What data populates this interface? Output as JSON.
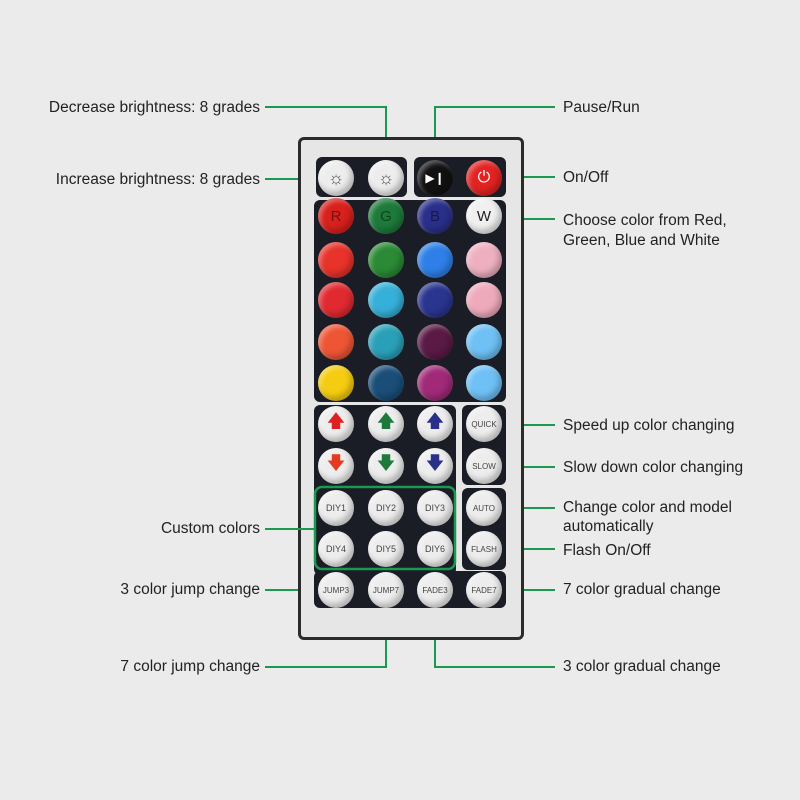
{
  "annotations": {
    "decrease_brightness": "Decrease brightness: 8 grades",
    "increase_brightness": "Increase brightness: 8 grades",
    "pause_run": "Pause/Run",
    "on_off": "On/Off",
    "choose_color_1": "Choose color from Red,",
    "choose_color_2": "Green, Blue and White",
    "speed_up": "Speed up color changing",
    "slow_down": "Slow down color changing",
    "auto_1": "Change color and model",
    "auto_2": "automatically",
    "flash": "Flash On/Off",
    "custom": "Custom colors",
    "jump3": "3 color jump change",
    "fade7": "7 color gradual change",
    "jump7": "7 color jump change",
    "fade3": "3 color gradual change"
  },
  "remote": {
    "color_rows": [
      [
        {
          "label": "R",
          "color": "#d8201c"
        },
        {
          "label": "G",
          "color": "#1d7a3a"
        },
        {
          "label": "B",
          "color": "#2a2f8a"
        },
        {
          "label": "W",
          "color": "#f0f0f0"
        }
      ],
      [
        {
          "label": "",
          "color": "#e8322a"
        },
        {
          "label": "",
          "color": "#2a8a35"
        },
        {
          "label": "",
          "color": "#2e7fe8"
        },
        {
          "label": "",
          "color": "#eeb0c0"
        }
      ],
      [
        {
          "label": "",
          "color": "#e02a30"
        },
        {
          "label": "",
          "color": "#35b0d8"
        },
        {
          "label": "",
          "color": "#2a3590"
        },
        {
          "label": "",
          "color": "#eeaabb"
        }
      ],
      [
        {
          "label": "",
          "color": "#ee5535"
        },
        {
          "label": "",
          "color": "#2aa0b8"
        },
        {
          "label": "",
          "color": "#5a1a45"
        },
        {
          "label": "",
          "color": "#6ec0f5"
        }
      ],
      [
        {
          "label": "",
          "color": "#f5cc10"
        },
        {
          "label": "",
          "color": "#1a4e78"
        },
        {
          "label": "",
          "color": "#a02a78"
        },
        {
          "label": "",
          "color": "#6ec0f5"
        }
      ]
    ],
    "arrow_colors": [
      "#e02020",
      "#1d7a3a",
      "#2a2f8a",
      "#e53a20",
      "#1d7a3a",
      "#2a2f8a"
    ],
    "diy": [
      "DIY1",
      "DIY2",
      "DIY3",
      "DIY4",
      "DIY5",
      "DIY6"
    ],
    "side": [
      "QUICK",
      "SLOW",
      "AUTO",
      "FLASH",
      "FADE7"
    ],
    "bottom": [
      "JUMP3",
      "JUMP7",
      "FADE3"
    ],
    "line_color": "#1a9a50"
  }
}
